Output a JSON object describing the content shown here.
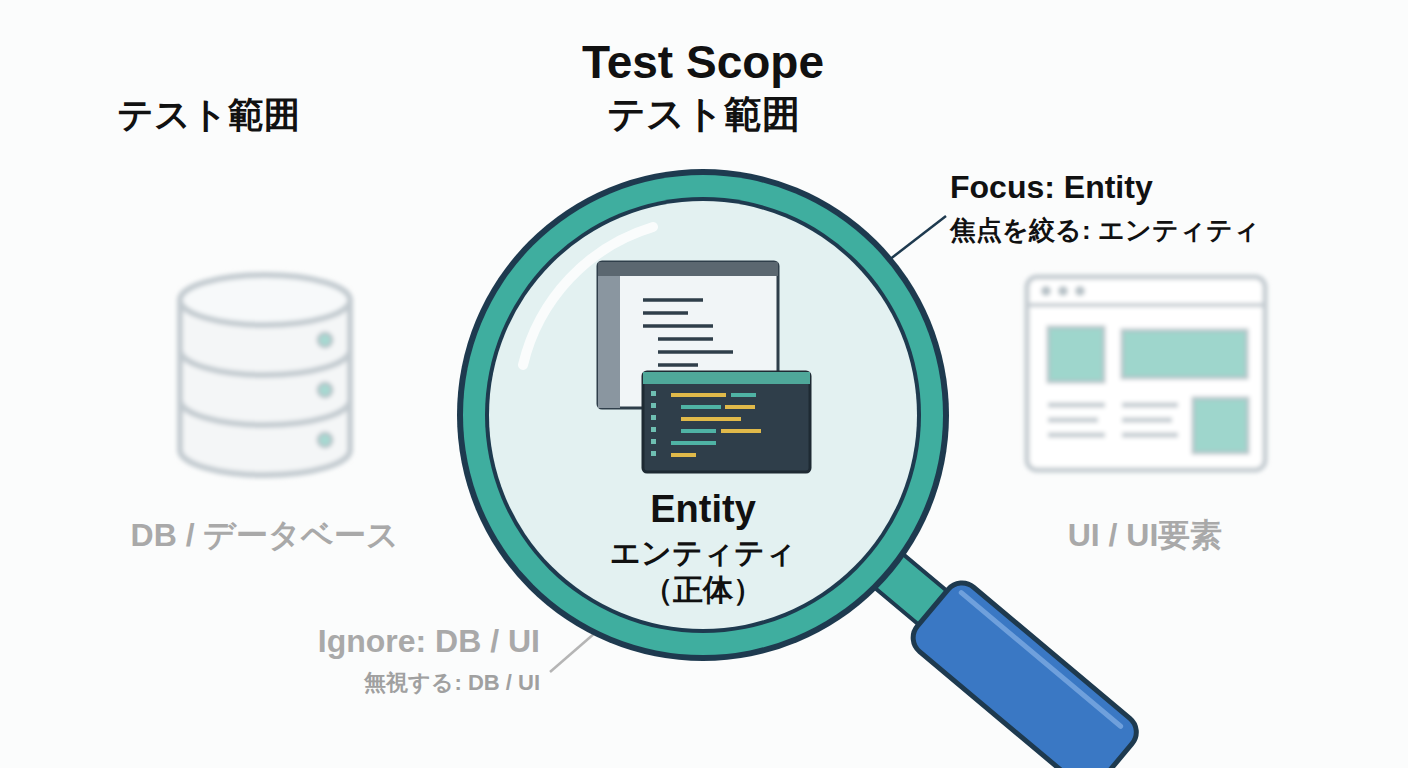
{
  "diagram": {
    "title": "Test Scope",
    "nodes": [
      {
        "text": [
          "Entity",
          "エンティティ",
          "（正体）"
        ]
      }
    ],
    "labels": [
      "テスト範囲",
      "テスト範囲",
      "Focus: Entity",
      "焦点を絞る: エンティティ",
      "DB / データベース",
      "UI / UI要素",
      "Ignore: DB / UI",
      "無視する: DB / UI"
    ]
  }
}
